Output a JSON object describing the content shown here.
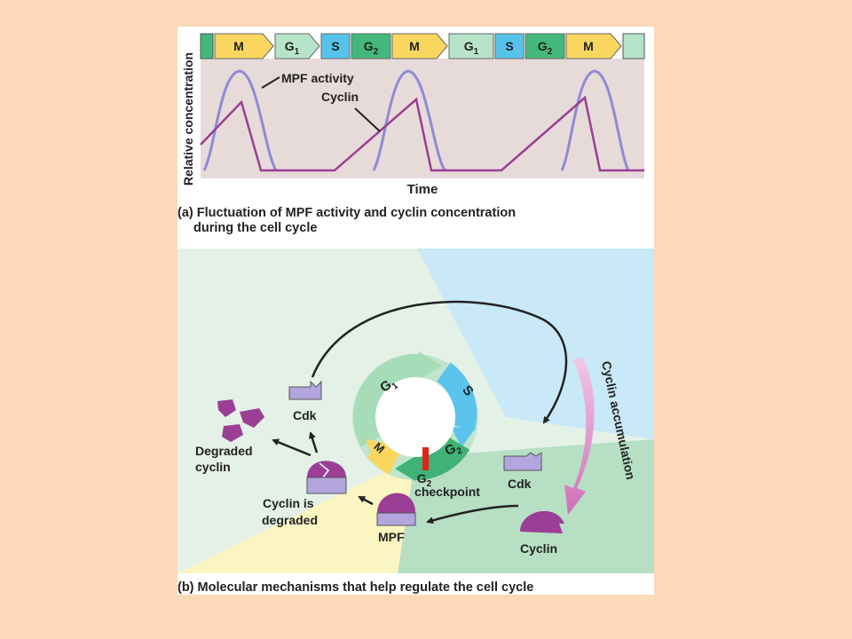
{
  "panel_a": {
    "phases": [
      {
        "label": "M",
        "sub": "",
        "color": "#f9d75e",
        "arrow": true
      },
      {
        "label": "G",
        "sub": "1",
        "color": "#b7e3c8",
        "arrow": true
      },
      {
        "label": "S",
        "sub": "",
        "color": "#58c3ea",
        "arrow": false
      },
      {
        "label": "G",
        "sub": "2",
        "color": "#43b87a",
        "arrow": false
      },
      {
        "label": "M",
        "sub": "",
        "color": "#f9d75e",
        "arrow": true
      },
      {
        "label": "G",
        "sub": "1",
        "color": "#b7e3c8",
        "arrow": false
      },
      {
        "label": "S",
        "sub": "",
        "color": "#58c3ea",
        "arrow": false
      },
      {
        "label": "G",
        "sub": "2",
        "color": "#43b87a",
        "arrow": false
      },
      {
        "label": "M",
        "sub": "",
        "color": "#f9d75e",
        "arrow": true
      }
    ],
    "ylabel": "Relative concentration",
    "xlabel": "Time",
    "label_mpf": "MPF activity",
    "label_cyclin": "Cyclin",
    "caption_line1": "(a) Fluctuation of MPF activity and cyclin concentration",
    "caption_line2": "during the cell cycle",
    "colors": {
      "mpf": "#8f8ad6",
      "cyclin": "#9b3e95",
      "plot_bg": "#e6dbd8"
    }
  },
  "panel_b": {
    "ring": {
      "g1": "G",
      "g1_sub": "1",
      "s": "S",
      "g2": "G",
      "g2_sub": "2",
      "m": "M"
    },
    "labels": {
      "cdk_left": "Cdk",
      "cdk_right": "Cdk",
      "degraded_cyclin_1": "Degraded",
      "degraded_cyclin_2": "cyclin",
      "cyclin_is_degraded_1": "Cyclin is",
      "cyclin_is_degraded_2": "degraded",
      "mpf": "MPF",
      "cyclin": "Cyclin",
      "g2_checkpoint_g": "G",
      "g2_checkpoint_sub": "2",
      "g2_checkpoint_word": "checkpoint",
      "cyclin_accumulation": "Cyclin accumulation"
    },
    "caption": "(b) Molecular mechanisms that help regulate the cell cycle",
    "colors": {
      "cdk": "#b3a5dd",
      "cyclin": "#9b3e95",
      "bg_green": "#e4f1e7",
      "bg_blue": "#c9e8f8",
      "bg_darkgreen": "#b6dfc4",
      "bg_yellow": "#fbf5c2"
    }
  }
}
